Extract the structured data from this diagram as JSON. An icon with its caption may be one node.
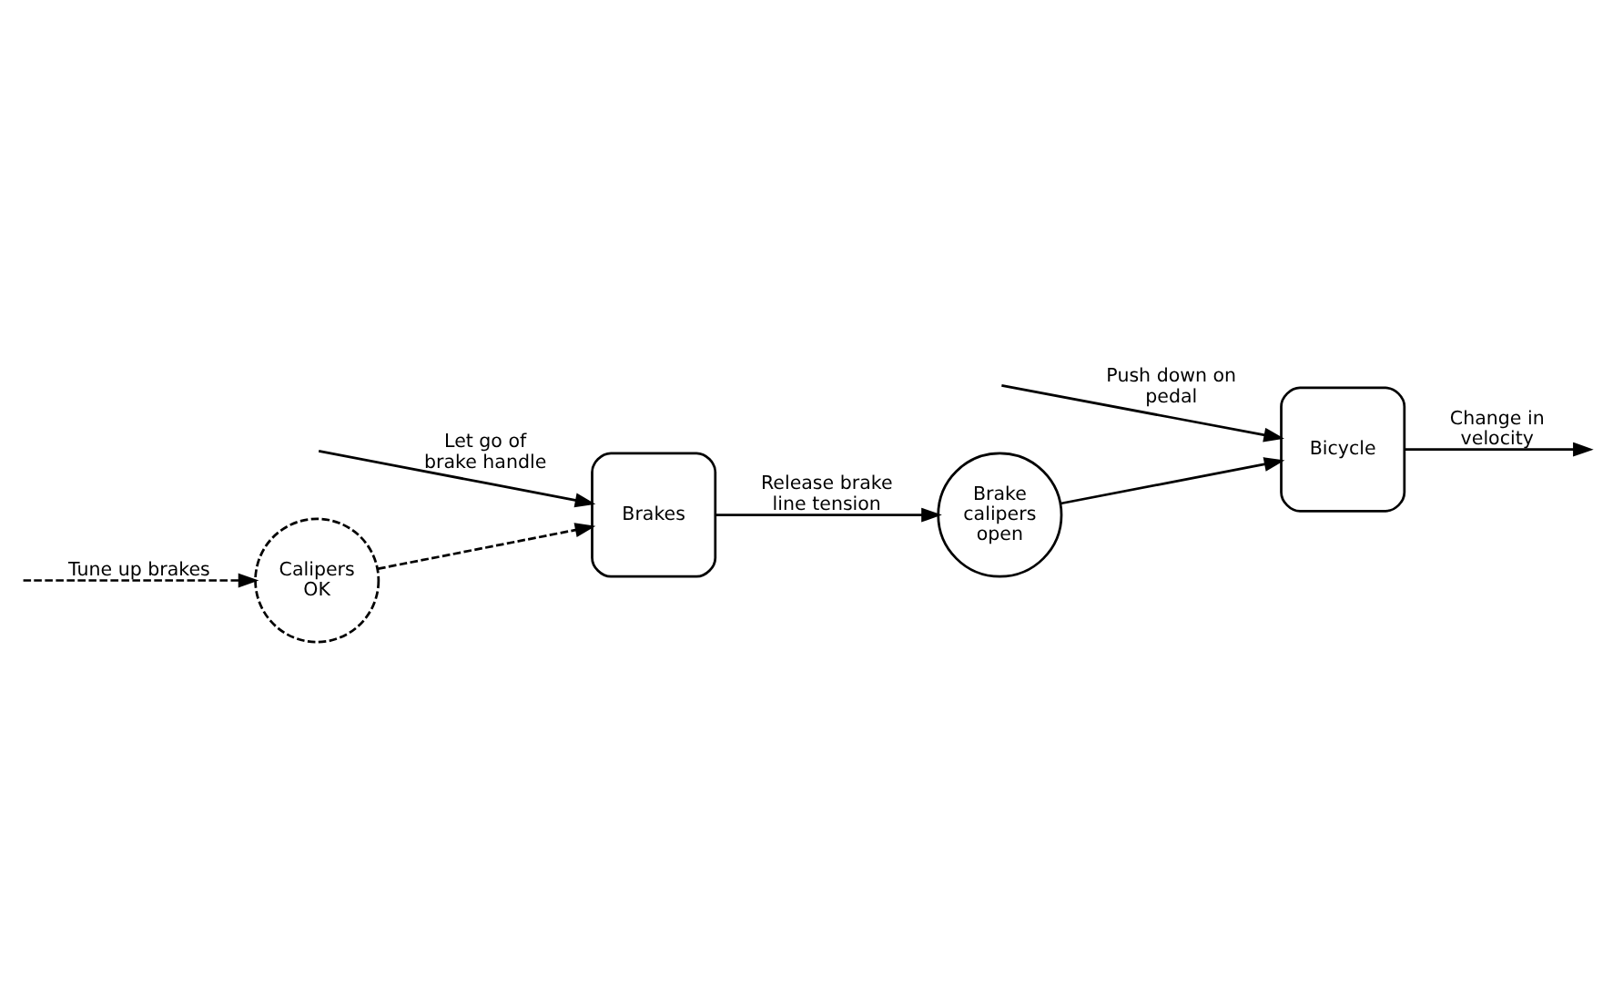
{
  "diagram": {
    "nodes": [
      {
        "text": [
          "Calipers OK"
        ]
      },
      {
        "text": [
          "Brakes"
        ]
      },
      {
        "text": [
          "Brake calipers open"
        ]
      },
      {
        "text": [
          "Bicycle"
        ]
      }
    ],
    "edges": [
      {
        "from": null,
        "to": 0,
        "arrow": "to",
        "label": "Tune up brakes",
        "style": "dashed"
      },
      {
        "from": 0,
        "to": 1,
        "arrow": "to",
        "style": "dashed"
      },
      {
        "from": null,
        "to": 1,
        "arrow": "to",
        "label": "Let go of brake handle"
      },
      {
        "from": 1,
        "to": 2,
        "arrow": "to",
        "label": "Release brake line tension"
      },
      {
        "from": 2,
        "to": 3,
        "arrow": "to"
      },
      {
        "from": null,
        "to": 3,
        "arrow": "to",
        "label": "Push down on pedal"
      },
      {
        "from": 3,
        "to": null,
        "arrow": "to",
        "label": "Change in velocity"
      }
    ]
  }
}
